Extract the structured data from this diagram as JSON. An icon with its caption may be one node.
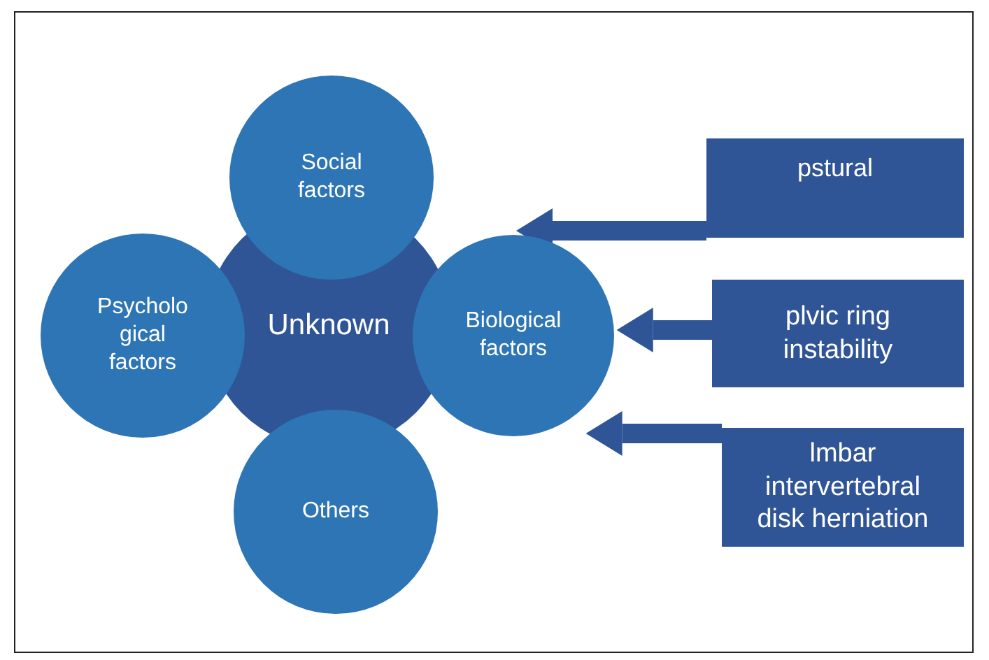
{
  "diagram": {
    "nodes": [
      {
        "text": [
          "Social factors"
        ]
      },
      {
        "text": [
          "Psycholo gical factors"
        ]
      },
      {
        "text": [
          "Unknown"
        ]
      },
      {
        "text": [
          "Biological factors"
        ]
      },
      {
        "text": [
          "Others"
        ]
      },
      {
        "text": [
          "pstural"
        ]
      },
      {
        "text": [
          "plvic ring instability"
        ]
      },
      {
        "text": [
          "lmbar intervertebral disk herniation"
        ]
      }
    ],
    "edges": [
      {
        "from": 5,
        "to": 3,
        "arrow": "to"
      },
      {
        "from": 6,
        "to": 3,
        "arrow": "to"
      },
      {
        "from": 7,
        "to": 3,
        "arrow": "to"
      }
    ]
  }
}
